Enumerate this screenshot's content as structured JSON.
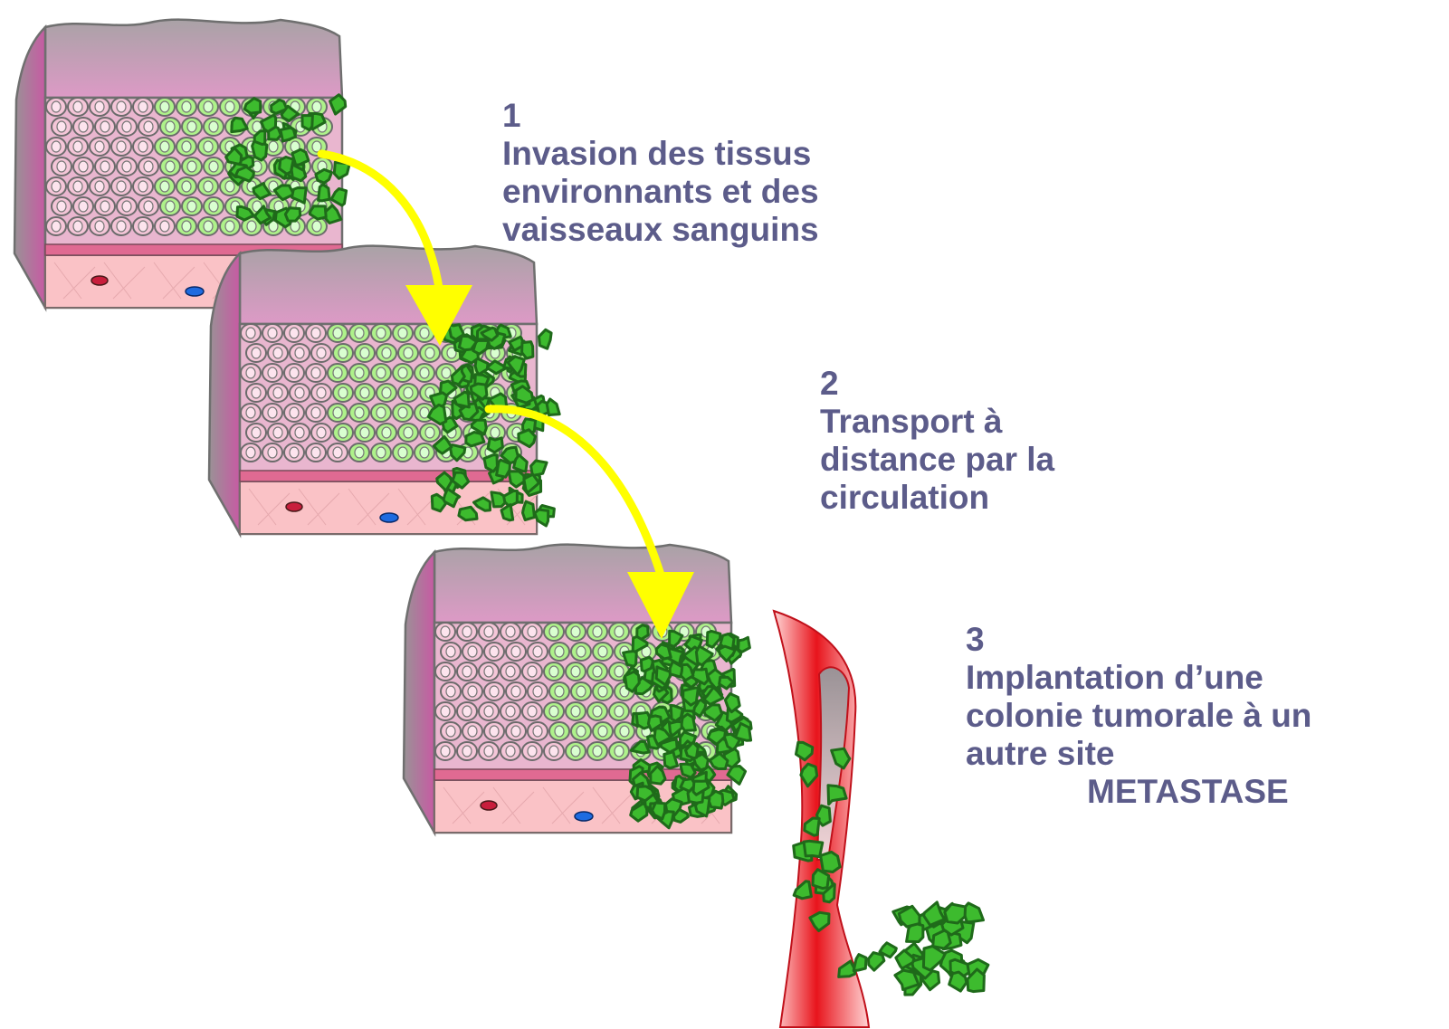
{
  "steps": [
    {
      "number": "1",
      "lines": [
        "Invasion des tissus",
        "environnants et des",
        "vaisseaux sanguins"
      ]
    },
    {
      "number": "2",
      "lines": [
        "Transport à",
        "distance par la",
        "circulation"
      ]
    },
    {
      "number": "3",
      "lines": [
        "Implantation d’une",
        "colonie tumorale à un",
        "autre site"
      ],
      "emphasis": "METASTASE"
    }
  ],
  "colors": {
    "label_text": "#5c5c8a",
    "arrow": "#ffff00",
    "healthy_cell": "#f5c6d8",
    "tumor_cell": "#aef28a",
    "invasive_cell": "#3dbb2e",
    "vessel": "#e8141c",
    "tissue_top": "#d98ec0",
    "tissue_side": "#a0909a",
    "stroma": "#fac2c6"
  },
  "icons": [
    "tissue-block-icon",
    "transition-arrow-icon",
    "blood-vessel-icon",
    "tumor-cluster-icon"
  ]
}
